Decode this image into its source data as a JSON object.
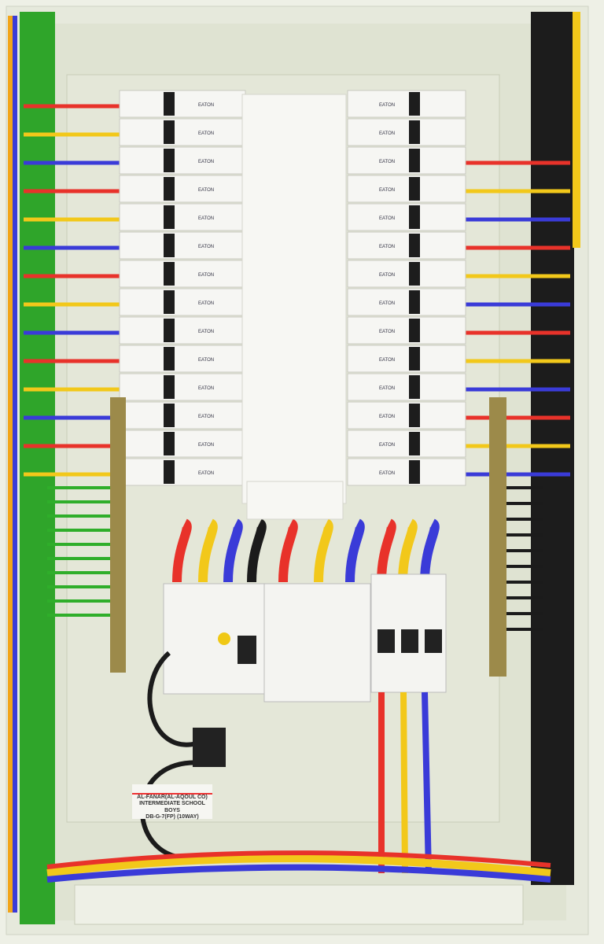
{
  "brand": "EATON",
  "panel_label": {
    "line1": "AL-FANAR(AL-AQOUL CO)",
    "line2": "INTERMEDIATE SCHOOL",
    "line3": "BOYS",
    "line4": "DB-G-7(FP) (10WAY)"
  },
  "colors": {
    "red": "#e8322a",
    "yellow": "#f2c81a",
    "blue": "#3a3bd8",
    "green": "#2fae2a",
    "black": "#1b1b1b",
    "enclosure": "#eceee3",
    "panel": "#e3e6d6"
  }
}
